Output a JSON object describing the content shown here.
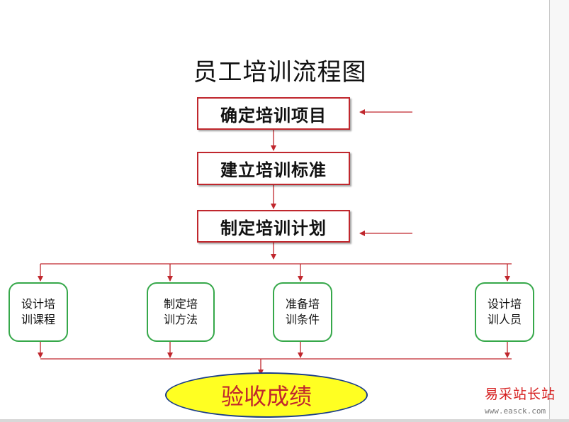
{
  "title": "员工培训流程图",
  "steps": [
    {
      "id": "s1",
      "label": "确定培训项目"
    },
    {
      "id": "s2",
      "label": "建立培训标准"
    },
    {
      "id": "s3",
      "label": "制定培训计划"
    }
  ],
  "branches": [
    {
      "line1": "设计培",
      "line2": "训课程"
    },
    {
      "line1": "制定培",
      "line2": "训方法"
    },
    {
      "line1": "准备培",
      "line2": "训条件"
    },
    {
      "line1": "设计培",
      "line2": "训人员"
    }
  ],
  "final": {
    "label": "验收成绩"
  },
  "watermark": {
    "text": "易采站长站",
    "url": "www.easck.com"
  },
  "colors": {
    "arrow": "#c0272d",
    "step_border": "#c0272d",
    "branch_border": "#36a84a",
    "final_fill": "#ffff22",
    "final_border": "#1a3d8a"
  }
}
